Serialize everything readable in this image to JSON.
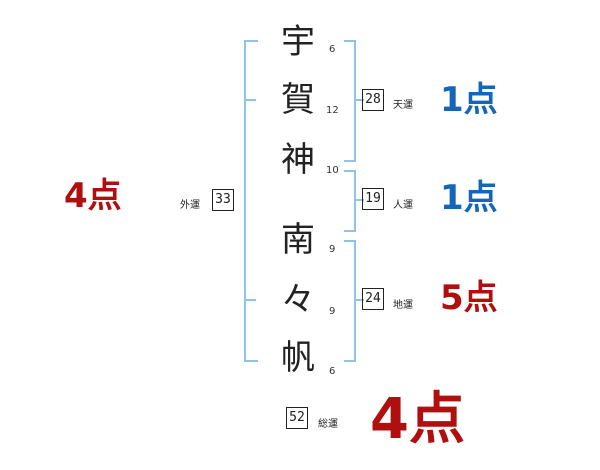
{
  "name_chars": [
    {
      "char": "宇",
      "strokes": "6"
    },
    {
      "char": "賀",
      "strokes": "12"
    },
    {
      "char": "神",
      "strokes": "10"
    },
    {
      "char": "南",
      "strokes": "9"
    },
    {
      "char": "々",
      "strokes": "9"
    },
    {
      "char": "帆",
      "strokes": "6"
    }
  ],
  "fortunes": {
    "tenkaku": {
      "label": "天運",
      "value": "28",
      "score": "1点"
    },
    "jinkaku": {
      "label": "人運",
      "value": "19",
      "score": "1点"
    },
    "chikaku": {
      "label": "地運",
      "value": "24",
      "score": "5点"
    },
    "gaikaku": {
      "label": "外運",
      "value": "33",
      "score": "4点"
    },
    "soukaku": {
      "label": "総運",
      "value": "52",
      "score": "4点"
    }
  },
  "colors": {
    "good": "#1565b8",
    "bad": "#b00f0f",
    "bracket": "#8ec4e8"
  }
}
